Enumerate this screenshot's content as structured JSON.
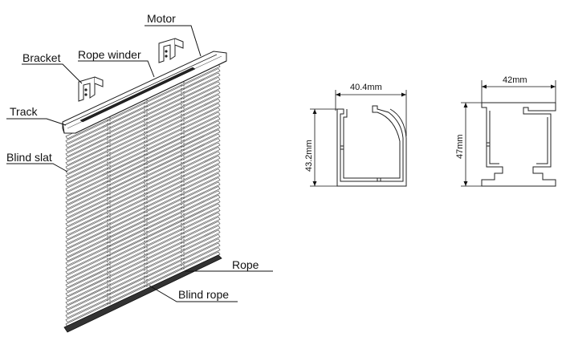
{
  "labels": {
    "motor": "Motor",
    "bracket": "Bracket",
    "rope_winder": "Rope winder",
    "track": "Track",
    "blind_slat": "Blind slat",
    "rope": "Rope",
    "blind_rope": "Blind rope"
  },
  "profile_a": {
    "width": "40.4mm",
    "height": "43.2mm"
  },
  "profile_b": {
    "width": "42mm",
    "height": "47mm"
  },
  "colors": {
    "line": "#111111",
    "slat_stroke": "#555555",
    "rail": "#333333"
  }
}
